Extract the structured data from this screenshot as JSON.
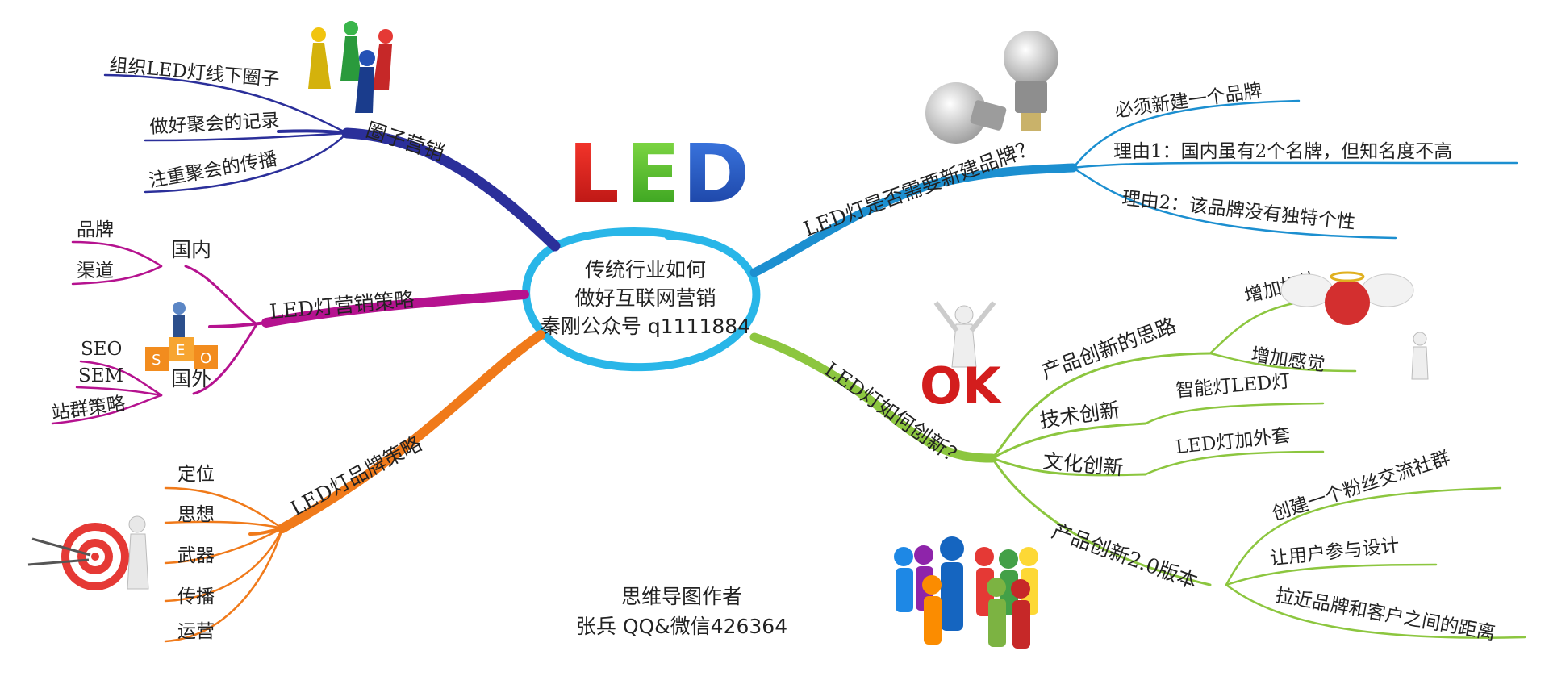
{
  "center": {
    "line1": "传统行业如何",
    "line2": "做好互联网营销",
    "line3": "秦刚公众号 q1111884"
  },
  "logo": {
    "letters": [
      "L",
      "E",
      "D"
    ]
  },
  "author": {
    "line1": "思维导图作者",
    "line2": "张兵 QQ&微信426364"
  },
  "branches": {
    "circle": {
      "title": "圈子营销",
      "color": "#2b2f9a",
      "items": [
        "组织LED灯线下圈子",
        "做好聚会的记录",
        "注重聚会的传播"
      ]
    },
    "strategy": {
      "title": "LED灯营销策略",
      "color": "#b5128f",
      "domestic": {
        "label": "国内",
        "items": [
          "品牌",
          "渠道"
        ]
      },
      "foreign": {
        "label": "国外",
        "items": [
          "SEO",
          "SEM",
          "站群策略"
        ]
      },
      "seo_blocks": [
        "S",
        "E",
        "O"
      ]
    },
    "brand": {
      "title": "LED灯品牌策略",
      "color": "#f07a1a",
      "items": [
        "定位",
        "思想",
        "武器",
        "传播",
        "运营"
      ]
    },
    "newbrand": {
      "title": "LED灯是否需要新建品牌？",
      "color": "#1c8fd0",
      "items": [
        "必须新建一个品牌",
        "理由1：国内虽有2个名牌，但知名度不高",
        "理由2：该品牌没有独特个性"
      ]
    },
    "innovate": {
      "title": "LED灯如何创新？",
      "color": "#8cc63f",
      "ideas": {
        "label": "产品创新的思路",
        "items": [
          "增加好处",
          "增加感觉"
        ]
      },
      "tech": {
        "label": "技术创新",
        "items": [
          "智能灯LED灯"
        ]
      },
      "culture": {
        "label": "文化创新",
        "items": [
          "LED灯加外套"
        ]
      },
      "v2": {
        "label": "产品创新2.0版本",
        "items": [
          "创建一个粉丝交流社群",
          "让用户参与设计",
          "拉近品牌和客户之间的距离"
        ]
      },
      "ok_text": "OK"
    }
  }
}
